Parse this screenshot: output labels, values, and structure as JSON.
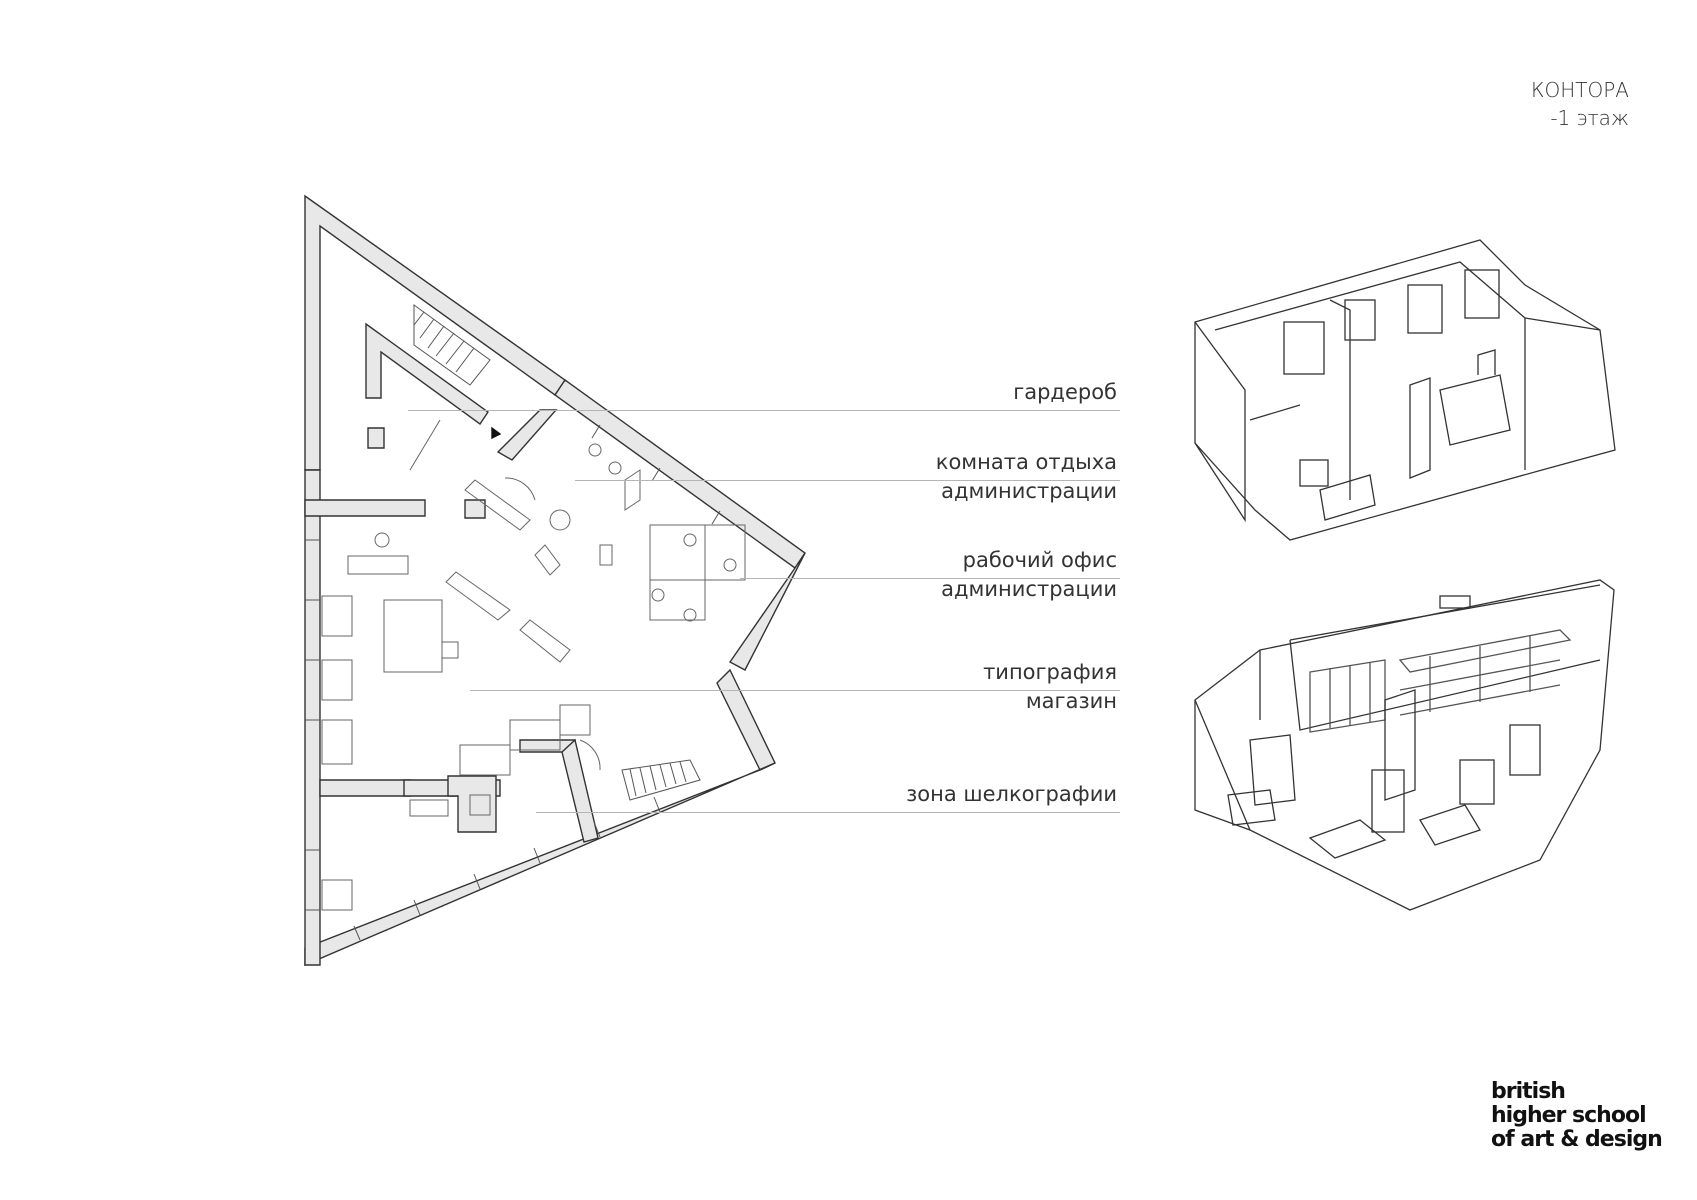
{
  "header": {
    "title_line1": "КОНТОРА",
    "title_line2": "-1 этаж"
  },
  "labels": [
    {
      "lines": [
        "гардероб"
      ]
    },
    {
      "lines": [
        "комната отдыха",
        "администрации"
      ]
    },
    {
      "lines": [
        "рабочий офис",
        "администрации"
      ]
    },
    {
      "lines": [
        "типография",
        "магазин"
      ]
    },
    {
      "lines": [
        "зона шелкографии"
      ]
    }
  ],
  "logo": {
    "line1": "british",
    "line2": "higher school",
    "line3": "of art & design"
  },
  "colors": {
    "wall_fill": "#e6e6e6",
    "line": "#333333",
    "leader": "#b5b5b5"
  }
}
